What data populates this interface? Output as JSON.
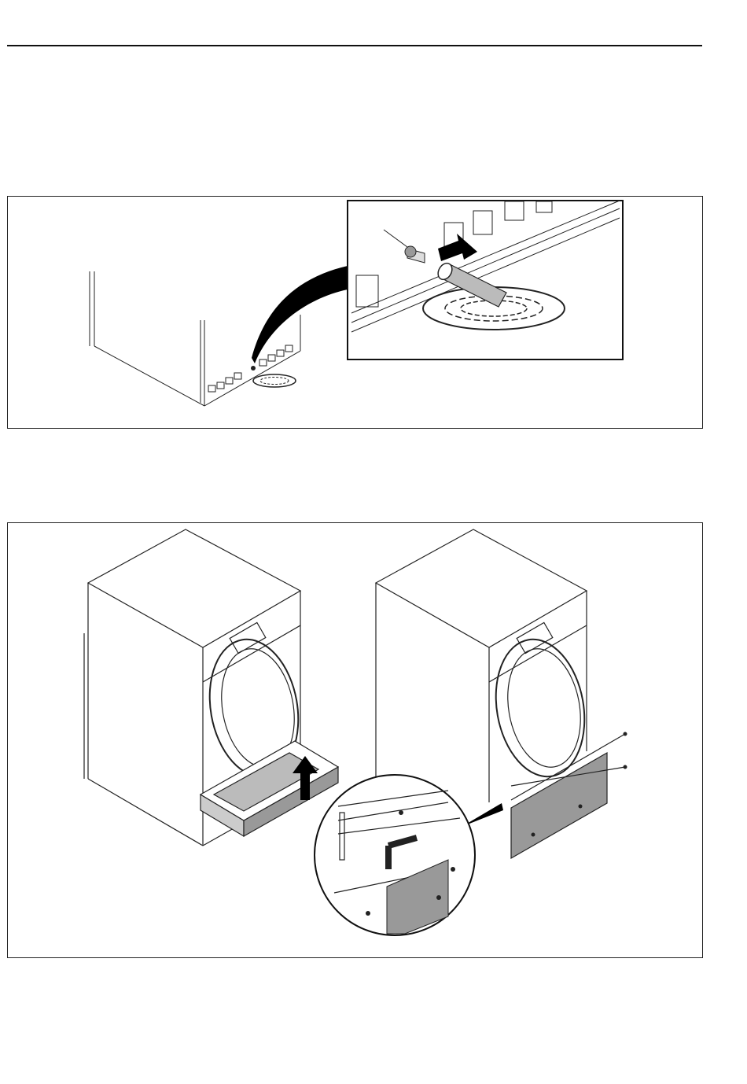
{
  "page": {
    "header_rule": true
  },
  "figures": [
    {
      "id": "drain-hose-connection",
      "detail_inset": true,
      "icons": [
        "dryer-rear-view",
        "floor-drain",
        "drain-hose",
        "push-arrow"
      ]
    },
    {
      "id": "lint-tray-and-panel",
      "icons": [
        "dryer-front-view",
        "lint-drawer",
        "up-arrow",
        "kick-panel",
        "screws",
        "detail-magnifier"
      ]
    }
  ]
}
